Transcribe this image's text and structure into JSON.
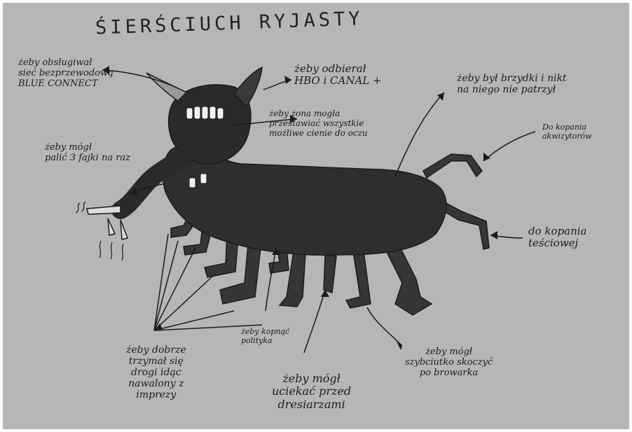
{
  "title": "ŚIERŚCIUCH RYJASTY",
  "labels": {
    "wifi": "żeby obsługiwał\nsieć bezprzewodową\nBLUE CONNECT",
    "hbo": "żeby odbierał\nHBO i CANAL +",
    "wife": "żeby żona mogła\nprzestawiać wszystkie\nmożliwe cienie do oczu",
    "smoke": "żeby mógł\npalić 3 fajki na raz",
    "ugly": "żeby był brzydki i nikt\nna niego nie patrzył",
    "kick_front": "Do kopania\nakwizytorów",
    "kick_back": "do kopania\nteściowej",
    "hold": "żeby dobrze\ntrzymał się\ndrogi idąc\nnawalony z\nimprezy",
    "kick_pol": "żeby kopnąć\npolityka",
    "run": "żeby mógł\nuciekać przed\ndresiarzami",
    "grab": "żeby mógł\nszybciutko skoczyć\npo browarka"
  },
  "colors": {
    "paper": "#b6b6b6",
    "ink": "#1c1c1c",
    "creature": "#2f2f2f"
  }
}
